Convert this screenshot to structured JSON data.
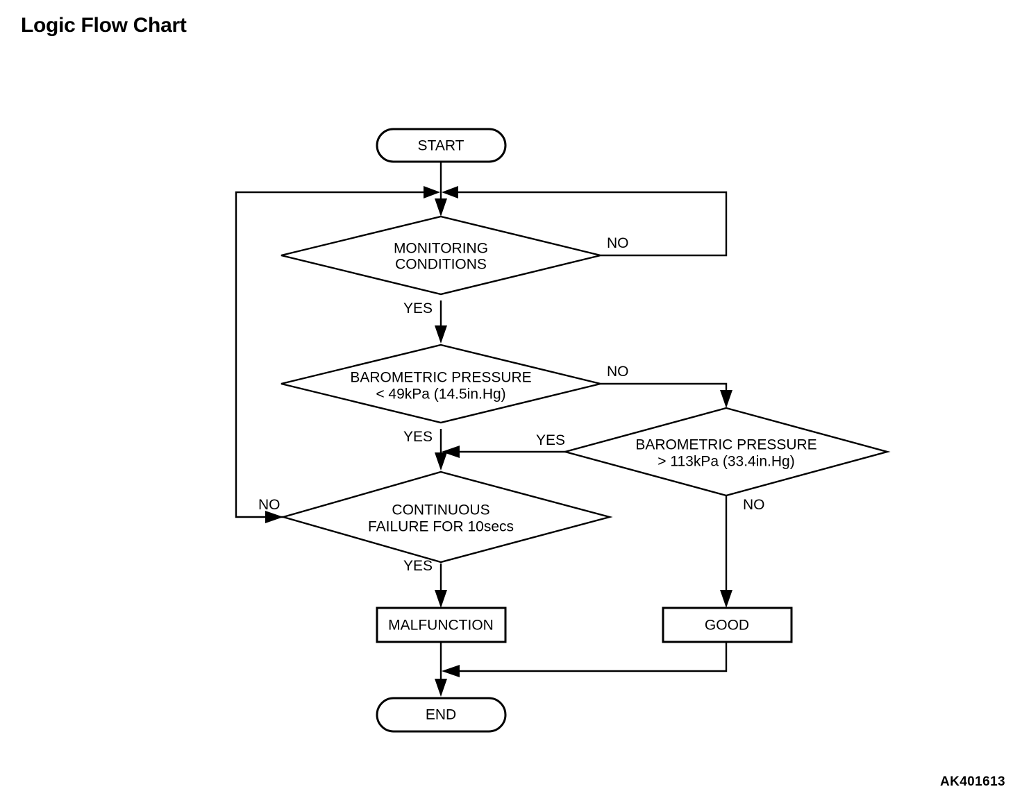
{
  "page": {
    "title": "Logic Flow Chart",
    "figure_ref": "AK401613",
    "background_color": "#ffffff",
    "line_color": "#000000"
  },
  "chart_data": {
    "type": "flowchart",
    "title": "Logic Flow Chart",
    "nodes": [
      {
        "id": "start",
        "shape": "stadium",
        "label": "START"
      },
      {
        "id": "monitor",
        "shape": "diamond",
        "label_line1": "MONITORING",
        "label_line2": "CONDITIONS"
      },
      {
        "id": "baro_low",
        "shape": "diamond",
        "label_line1": "BAROMETRIC PRESSURE",
        "label_line2": "< 49kPa (14.5in.Hg)"
      },
      {
        "id": "baro_high",
        "shape": "diamond",
        "label_line1": "BAROMETRIC PRESSURE",
        "label_line2": "> 113kPa (33.4in.Hg)"
      },
      {
        "id": "cont_fail",
        "shape": "diamond",
        "label_line1": "CONTINUOUS",
        "label_line2": "FAILURE FOR 10secs"
      },
      {
        "id": "malfunction",
        "shape": "rect",
        "label": "MALFUNCTION"
      },
      {
        "id": "good",
        "shape": "rect",
        "label": "GOOD"
      },
      {
        "id": "end",
        "shape": "stadium",
        "label": "END"
      }
    ],
    "edges": [
      {
        "from": "start",
        "to": "monitor",
        "label": ""
      },
      {
        "from": "monitor",
        "to": "start_junction",
        "label": "NO"
      },
      {
        "from": "monitor",
        "to": "baro_low",
        "label": "YES"
      },
      {
        "from": "baro_low",
        "to": "baro_high",
        "label": "NO"
      },
      {
        "from": "baro_low",
        "to": "cont_fail",
        "label": "YES"
      },
      {
        "from": "baro_high",
        "to": "cont_fail",
        "label": "YES"
      },
      {
        "from": "baro_high",
        "to": "good",
        "label": "NO"
      },
      {
        "from": "cont_fail",
        "to": "start_junction",
        "label": "NO"
      },
      {
        "from": "cont_fail",
        "to": "malfunction",
        "label": "YES"
      },
      {
        "from": "malfunction",
        "to": "end",
        "label": ""
      },
      {
        "from": "good",
        "to": "end",
        "label": ""
      }
    ],
    "edge_labels": {
      "monitor_no": "NO",
      "monitor_yes": "YES",
      "baro_low_no": "NO",
      "baro_low_yes": "YES",
      "baro_high_yes": "YES",
      "baro_high_no": "NO",
      "cont_fail_no": "NO",
      "cont_fail_yes": "YES"
    }
  }
}
